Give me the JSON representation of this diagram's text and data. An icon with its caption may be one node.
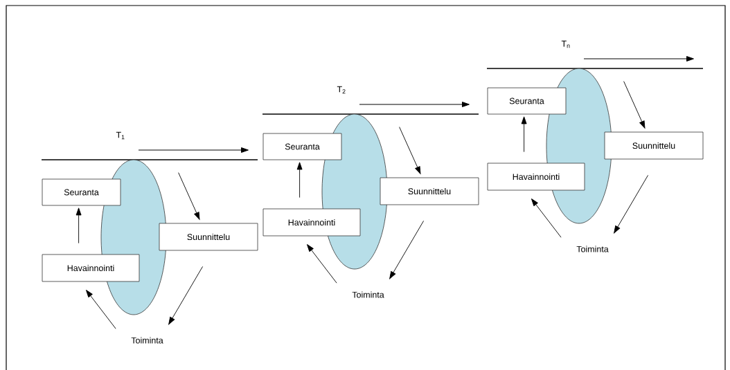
{
  "diagram": {
    "nodes": [
      {
        "text": [],
        "shape": "ellipse"
      },
      {
        "text": [
          "Seuranta"
        ]
      },
      {
        "text": [
          "Havainnointi"
        ]
      },
      {
        "text": [
          "Suunnittelu"
        ]
      },
      {
        "text": [
          "Toiminta"
        ]
      },
      {
        "text": [],
        "shape": "ellipse"
      },
      {
        "text": [
          "Seuranta"
        ]
      },
      {
        "text": [
          "Havainnointi"
        ]
      },
      {
        "text": [
          "Suunnittelu"
        ]
      },
      {
        "text": [
          "Toiminta"
        ]
      },
      {
        "text": [],
        "shape": "ellipse"
      },
      {
        "text": [
          "Seuranta"
        ]
      },
      {
        "text": [
          "Havainnointi"
        ]
      },
      {
        "text": [
          "Suunnittelu"
        ]
      },
      {
        "text": [
          "Toiminta"
        ]
      }
    ],
    "edges": [
      {
        "from": null,
        "to": 3,
        "arrow": "to"
      },
      {
        "from": 3,
        "to": 4,
        "arrow": "to"
      },
      {
        "from": 4,
        "to": 2,
        "arrow": "to"
      },
      {
        "from": 2,
        "to": 1,
        "arrow": "to"
      },
      {
        "from": null,
        "to": 8,
        "arrow": "to"
      },
      {
        "from": 8,
        "to": 9,
        "arrow": "to"
      },
      {
        "from": 9,
        "to": 7,
        "arrow": "to"
      },
      {
        "from": 7,
        "to": 6,
        "arrow": "to"
      },
      {
        "from": null,
        "to": 13,
        "arrow": "to"
      },
      {
        "from": 13,
        "to": 14,
        "arrow": "to"
      },
      {
        "from": 14,
        "to": 12,
        "arrow": "to"
      },
      {
        "from": 12,
        "to": 11,
        "arrow": "to"
      }
    ],
    "labels": [
      "T$_{1}$",
      "T$_{2}$",
      "T$_{n}$"
    ]
  }
}
